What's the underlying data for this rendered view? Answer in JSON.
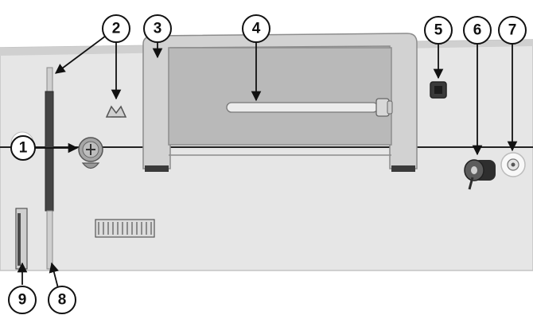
{
  "diagram": {
    "callouts": [
      "1",
      "2",
      "3",
      "4",
      "5",
      "6",
      "7",
      "8",
      "9"
    ]
  },
  "colors": {
    "panel": "#e6e6e6",
    "panel_edge": "#bdbdbd",
    "cover": "#d2d2d2",
    "cover_edge": "#8c8c8c",
    "window": "#b9b9b9",
    "dark": "#3a3a3a",
    "line": "#111111",
    "circle_fill": "#ffffff"
  }
}
